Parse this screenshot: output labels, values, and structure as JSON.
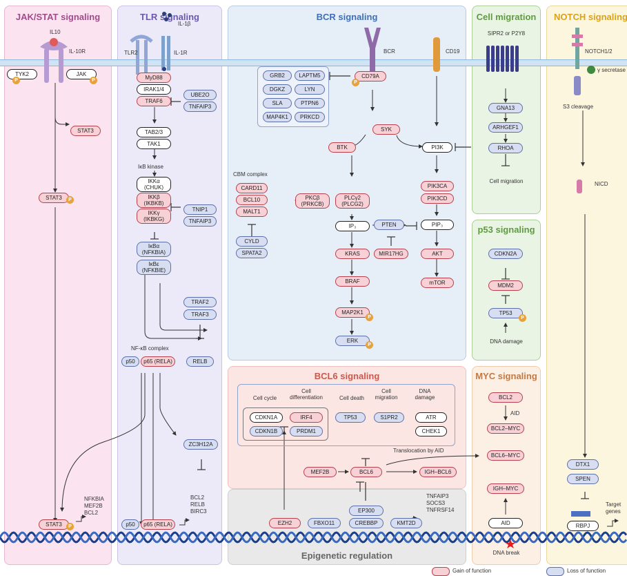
{
  "panels": {
    "jakstat": "JAK/STAT signaling",
    "tlr": "TLR signaling",
    "bcr": "BCR signaling",
    "migration": "Cell migration",
    "notch": "NOTCH signaling",
    "p53": "p53 signaling",
    "bcl6": "BCL6 signaling",
    "myc": "MYC signaling",
    "epigenetic": "Epigenetic regulation"
  },
  "colors": {
    "gain": "#f7d1d5",
    "loss": "#d7def2",
    "phospho": "#e6a23c"
  },
  "phospho_label": "P",
  "jak": {
    "il10": "IL10",
    "il10r": "IL-10R",
    "tyk2": "TYK2",
    "jak": "JAK",
    "stat3a": "STAT3",
    "stat3b": "STAT3",
    "stat3c": "STAT3",
    "targets": [
      "NFKBIA",
      "MEF2B",
      "BCL2"
    ]
  },
  "tlr": {
    "tlr2": "TLR2",
    "il1b": "IL-1β",
    "il1r": "IL-1R",
    "myd88": "MyD88",
    "irak": "IRAK1/4",
    "traf6": "TRAF6",
    "ube2o": "UBE2O",
    "tnfaip3a": "TNFAIP3",
    "tab": "TAB2/3",
    "tak1": "TAK1",
    "ikk_kinase": "IκB kinase",
    "ikka": [
      "IKKα",
      "(CHUK)"
    ],
    "ikkb": [
      "IKKβ",
      "(IKBKB)"
    ],
    "ikkg": [
      "IKKγ",
      "(IKBKG)"
    ],
    "tnip1": "TNIP1",
    "tnfaip3b": "TNFAIP3",
    "ikba": [
      "IκBα",
      "(NFKBIA)"
    ],
    "ikbe": [
      "IκBε",
      "(NFKBIE)"
    ],
    "traf2": "TRAF2",
    "traf3": "TRAF3",
    "nfkb": "NF-κB complex",
    "p50": "p50",
    "p65": "p65 (RELA)",
    "relb": "RELB",
    "zc3h12a": "ZC3H12A",
    "targets": [
      "BCL2",
      "RELB",
      "BIRC3"
    ],
    "p50b": "p50",
    "p65b": "p65 (RELA)"
  },
  "bcr": {
    "bcr": "BCR",
    "cd19": "CD19",
    "cd79a": "CD79A",
    "grid": [
      "GRB2",
      "LAPTM5",
      "DGKZ",
      "LYN",
      "SLA",
      "PTPN6",
      "MAP4K1",
      "PRKCD"
    ],
    "syk": "SYK",
    "btk": "BTK",
    "pi3k": "PI3K",
    "cbm": "CBM complex",
    "card11": "CARD11",
    "bcl10": "BCL10",
    "malt1": "MALT1",
    "cyld": "CYLD",
    "spata2": "SPATA2",
    "pkcb": [
      "PKCβ",
      "(PRKCB)"
    ],
    "plcg2": [
      "PLCγ2",
      "(PLCG2)"
    ],
    "ip3": "IP₃",
    "kras": "KRAS",
    "braf": "BRAF",
    "map2k1": "MAP2K1",
    "erk": "ERK",
    "pik3ca": "PIK3CA",
    "pik3cd": "PIK3CD",
    "pten": "PTEN",
    "pip3": "PIP₃",
    "mir17hg": "MIR17HG",
    "akt": "AKT",
    "mtor": "mTOR"
  },
  "migration": {
    "receptor": "SIPR2 or P2Y8",
    "gna13": "GNA13",
    "arhgef1": "ARHGEF1",
    "rhoa": "RHOA",
    "outcome": "Cell migration"
  },
  "p53": {
    "cdkn2a": "CDKN2A",
    "mdm2": "MDM2",
    "tp53": "TP53",
    "damage": "DNA damage"
  },
  "notch": {
    "receptor": "NOTCH1/2",
    "secretase": "γ secretase",
    "cleavage": "S3 cleavage",
    "nicd": "NICD",
    "dtx1": "DTX1",
    "spen": "SPEN",
    "rbpj": "RBPJ",
    "targets": [
      "Target",
      "genes"
    ]
  },
  "bcl6": {
    "categories": [
      {
        "label": [
          "Cell cycle"
        ]
      },
      {
        "label": [
          "Cell",
          "differentiation"
        ]
      },
      {
        "label": [
          "Cell death"
        ]
      },
      {
        "label": [
          "Cell",
          "migration"
        ]
      },
      {
        "label": [
          "DNA",
          "damage"
        ]
      }
    ],
    "cdkn1a": "CDKN1A",
    "cdkn1b": "CDKN1B",
    "irf4": "IRF4",
    "prdm1": "PRDM1",
    "tp53": "TP53",
    "s1pr2": "S1PR2",
    "atr": "ATR",
    "chek1": "CHEK1",
    "mef2b": "MEF2B",
    "bcl6": "BCL6",
    "igh_bcl6": "IGH–BCL6",
    "translocation": "Translocation by AID"
  },
  "epi": {
    "ezh2": "EZH2",
    "fbxo11": "FBXO11",
    "ep300": "EP300",
    "crebbp": "CREBBP",
    "kmt2d": "KMT2D",
    "targets": [
      "TNFAIP3",
      "SOCS3",
      "TNFRSF14"
    ]
  },
  "myc": {
    "bcl2": "BCL2",
    "aid_label": "AID",
    "bcl2_myc": "BCL2–MYC",
    "bcl6_myc": "BCL6–MYC",
    "igh_myc": "IGH–MYC",
    "aid": "AID",
    "dna_break": "DNA break"
  },
  "legend": {
    "gain": "Gain of function",
    "loss": "Loss of function"
  }
}
